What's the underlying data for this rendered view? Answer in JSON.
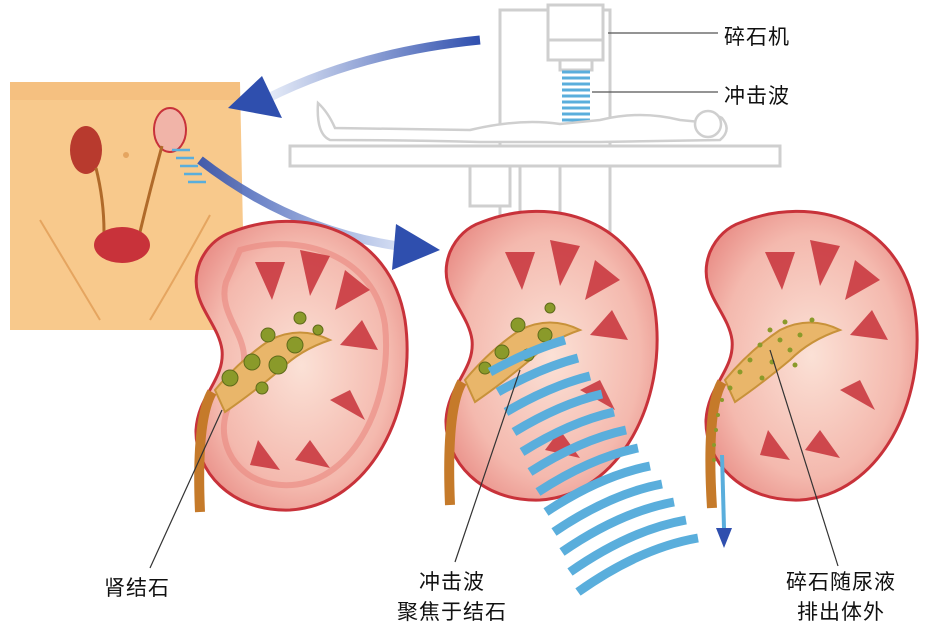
{
  "labels": {
    "lithotripter": "碎石机",
    "shockwave_top": "冲击波",
    "kidney_stone": "肾结石",
    "shockwave_line1": "冲击波",
    "shockwave_line2": "聚焦于结石",
    "fragments_line1": "碎石随尿液",
    "fragments_line2": "排出体外"
  },
  "colors": {
    "arrow_blue": "#2f4fae",
    "wave_blue": "#5aaedc",
    "kidney_pink": "#f3b7ad",
    "kidney_red": "#c8323a",
    "stone_green": "#8a9a2a",
    "skin": "#f8c98c",
    "equipment_gray": "#d6d6d6"
  },
  "icons": [
    "lithotripter-machine-icon",
    "patient-figure-icon",
    "body-torso-icon",
    "kidney-icon",
    "shockwave-icon",
    "arrow-icon"
  ]
}
